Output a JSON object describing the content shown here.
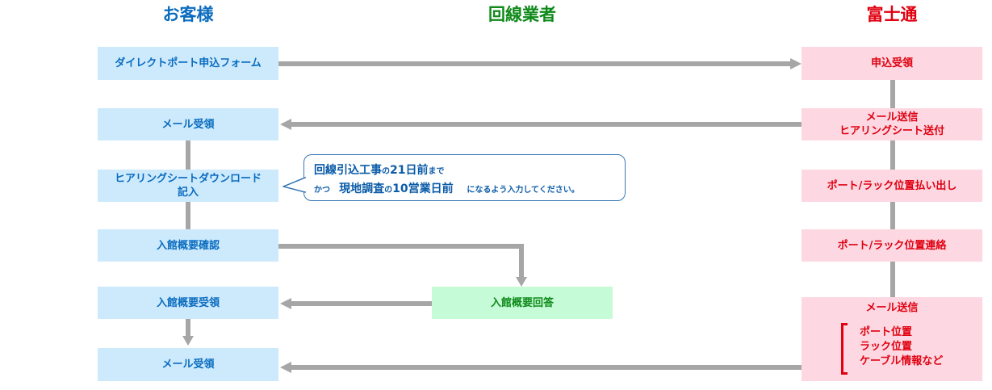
{
  "colors": {
    "customer_text": "#0a6cbf",
    "customer_fill": "#cdeafd",
    "vendor_text": "#0f8a1a",
    "vendor_fill": "#c5fbd6",
    "fujitsu_text": "#e00010",
    "fujitsu_fill": "#fdd8e2",
    "connector": "#a6a6a6",
    "callout_border": "#3b78b5"
  },
  "lanes": {
    "customer": "お客様",
    "vendor": "回線業者",
    "fujitsu": "富士通"
  },
  "customer_steps": [
    {
      "label": "ダイレクトポート申込フォーム"
    },
    {
      "label": "メール受領"
    },
    {
      "label": "ヒアリングシートダウンロード",
      "label2": "記入"
    },
    {
      "label": "入館概要確認"
    },
    {
      "label": "入館概要受領"
    },
    {
      "label": "メール受領"
    }
  ],
  "vendor_steps": [
    {
      "label": "入館概要回答"
    }
  ],
  "fujitsu_steps": [
    {
      "label": "申込受領"
    },
    {
      "label": "メール送信",
      "label2": "ヒアリングシート送付"
    },
    {
      "label": "ポート/ラック位置払い出し"
    },
    {
      "label": "ポート/ラック位置連絡"
    },
    {
      "label": "メール送信",
      "details": [
        "ポート位置",
        "ラック位置",
        "ケーブル情報など"
      ]
    }
  ],
  "callout": {
    "line1_a": "回線引込工事",
    "line1_b": "の",
    "line1_c": "21日前",
    "line1_d": "まで",
    "line2_a": "かつ",
    "line2_b": "現地調査",
    "line2_c": "の",
    "line2_d": "10営業日前",
    "line2_e": "になるよう入力してください。"
  }
}
